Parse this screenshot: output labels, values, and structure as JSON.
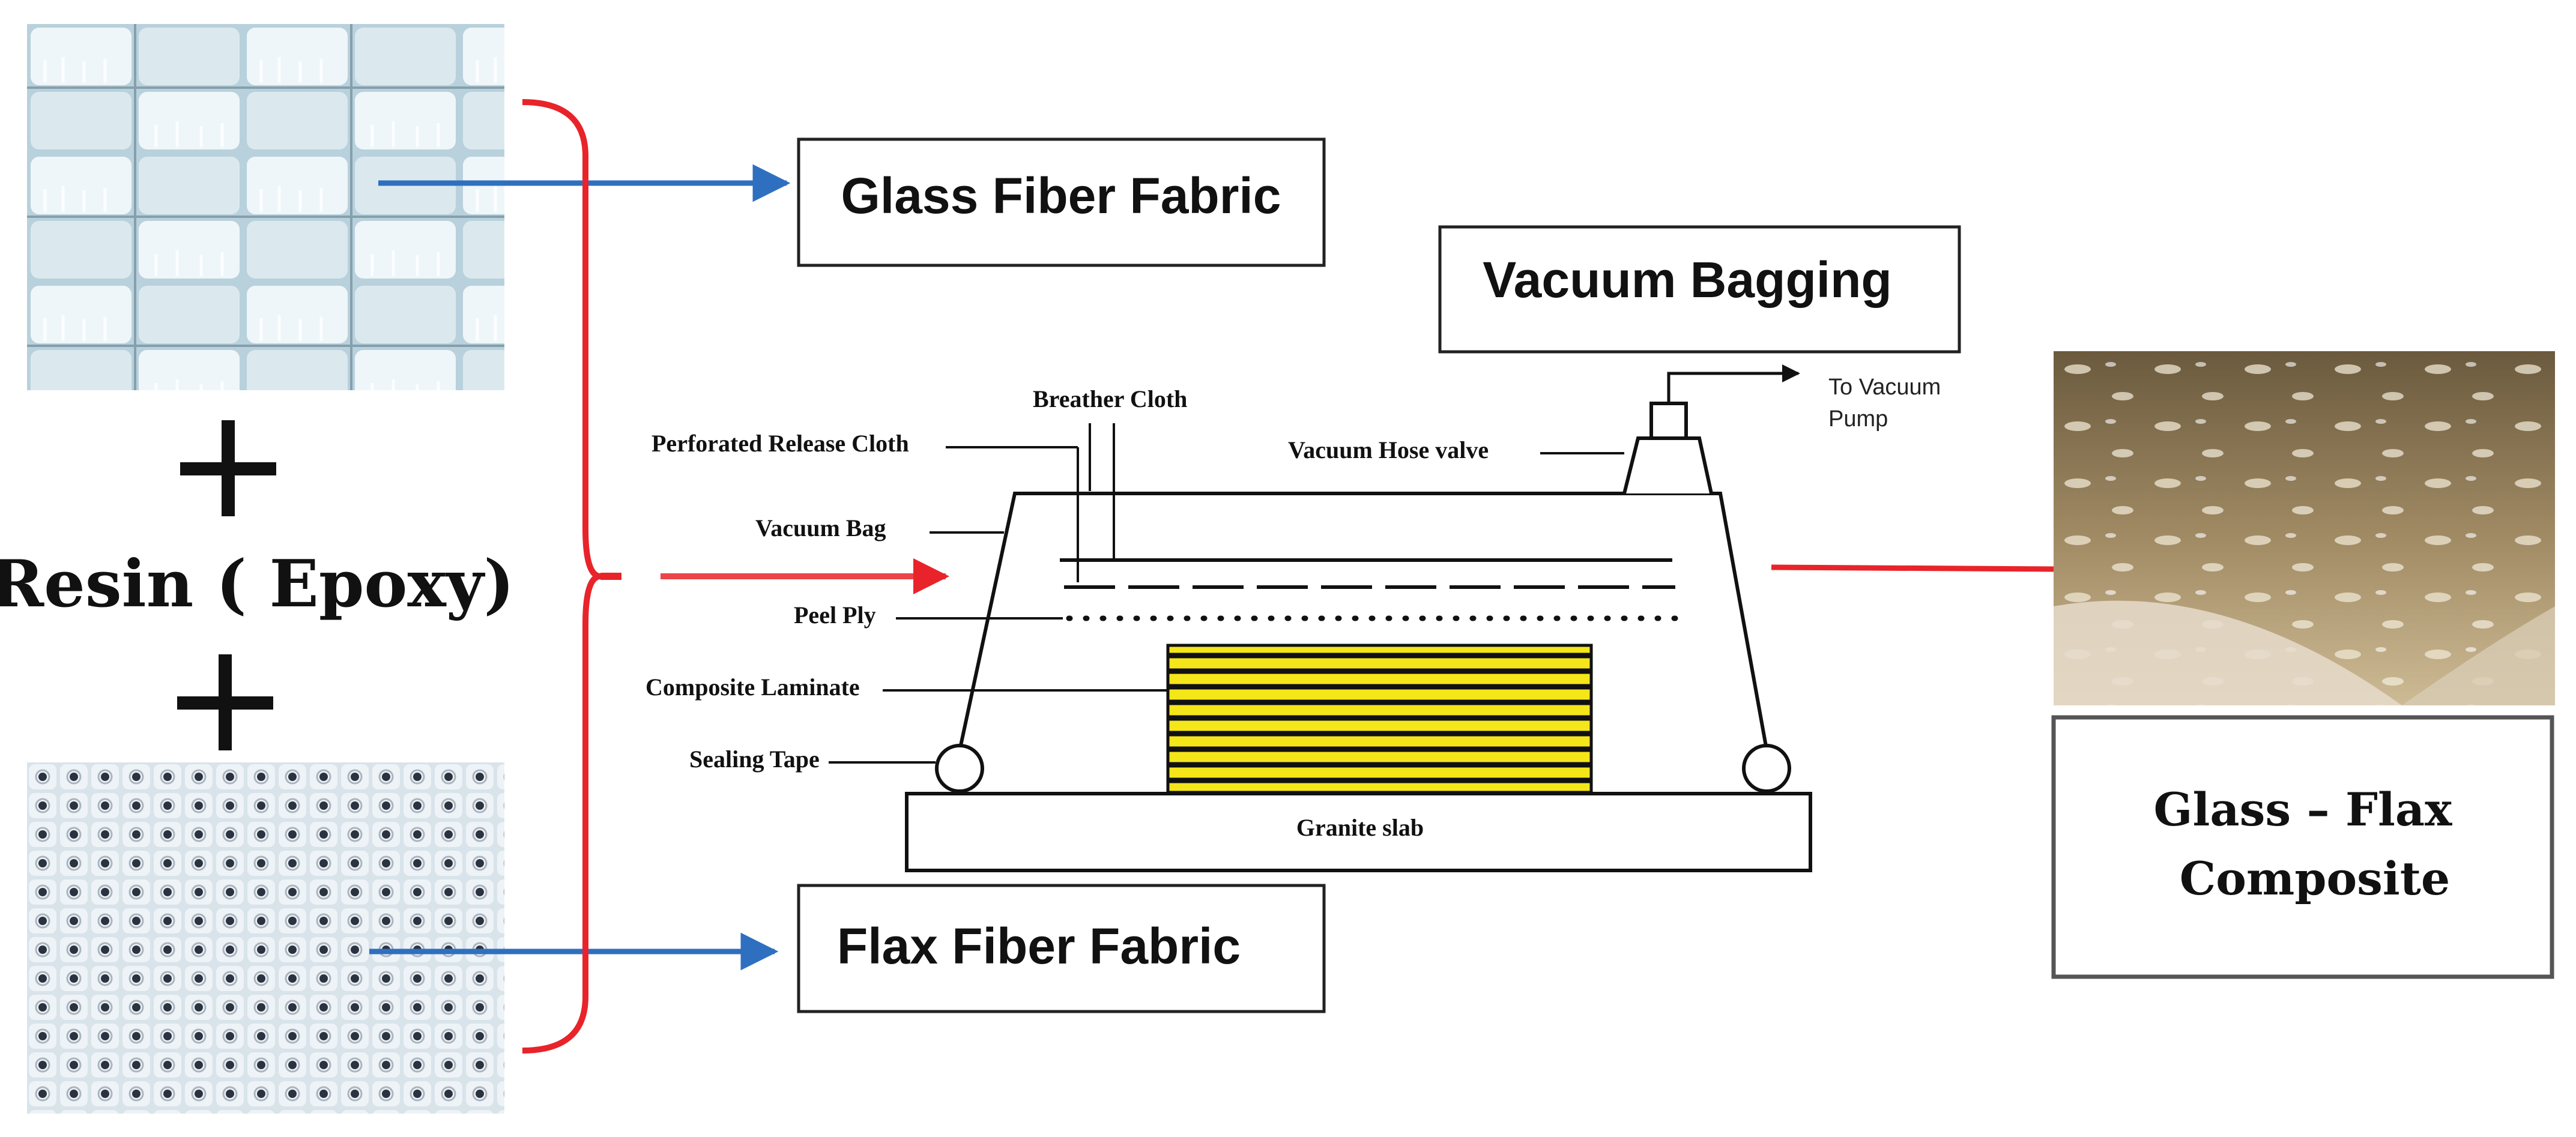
{
  "labels": {
    "glass_fiber": "Glass Fiber Fabric",
    "flax_fiber": "Flax Fiber Fabric",
    "resin": "Resin ( Epoxy)",
    "plus": "+",
    "vacuum_bagging": "Vacuum Bagging",
    "composite_line1": "Glass – Flax",
    "composite_line2": "Composite"
  },
  "apparatus": {
    "breather_cloth": "Breather Cloth",
    "perforated_release_cloth": "Perforated Release Cloth",
    "vacuum_hose_valve": "Vacuum Hose valve",
    "to_vacuum_line1": "To Vacuum",
    "to_vacuum_line2": "Pump",
    "vacuum_bag": "Vacuum Bag",
    "peel_ply": "Peel Ply",
    "composite_laminate": "Composite Laminate",
    "sealing_tape": "Sealing Tape",
    "granite_slab": "Granite slab"
  },
  "colors": {
    "arrow_blue": "#2f6fbf",
    "bracket_red": "#e8242a",
    "laminate_yellow": "#f5e61a"
  }
}
